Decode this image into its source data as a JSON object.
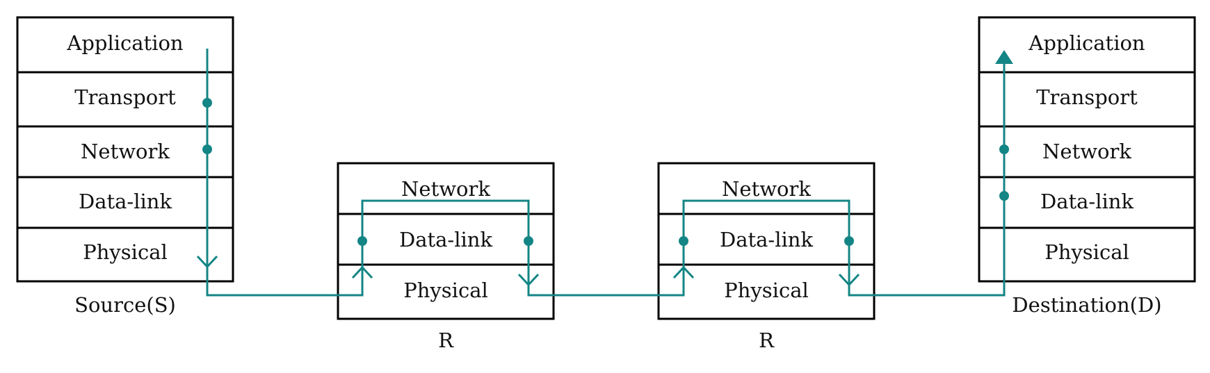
{
  "accent_color": "#148585",
  "stacks": {
    "source": {
      "caption": "Source(S)",
      "layers": [
        "Application",
        "Transport",
        "Network",
        "Data-link",
        "Physical"
      ]
    },
    "router1": {
      "caption": "R",
      "layers": [
        "Network",
        "Data-link",
        "Physical"
      ]
    },
    "router2": {
      "caption": "R",
      "layers": [
        "Network",
        "Data-link",
        "Physical"
      ]
    },
    "destination": {
      "caption": "Destination(D)",
      "layers": [
        "Application",
        "Transport",
        "Network",
        "Data-link",
        "Physical"
      ]
    }
  }
}
